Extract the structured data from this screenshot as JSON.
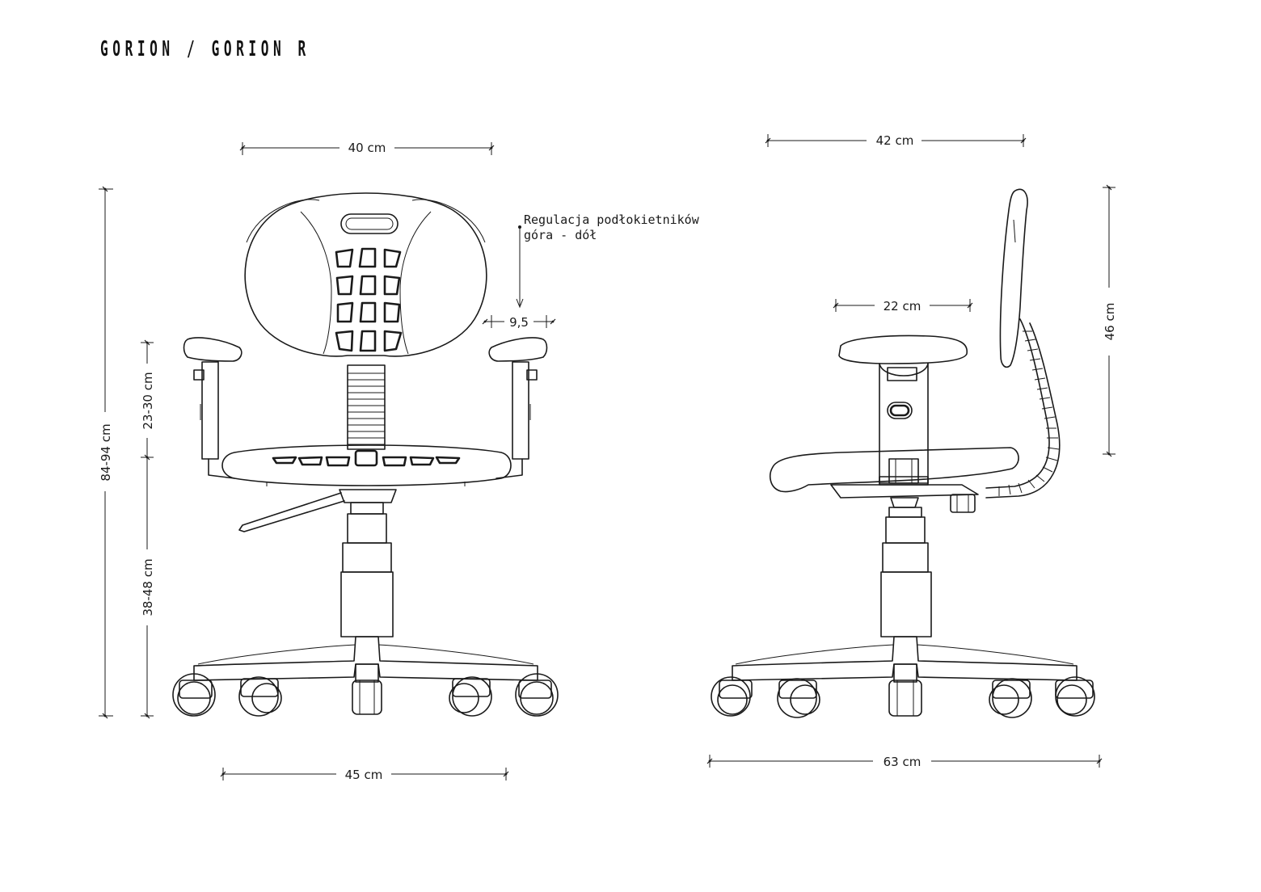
{
  "title": "GORION / GORION R",
  "front_view": {
    "width_backrest": "40 cm",
    "width_base": "45 cm",
    "total_height": "84-94 cm",
    "armrest_height": "23-30 cm",
    "seat_height": "38-48 cm",
    "armrest_offset": "9,5",
    "note_line1": "Regulacja podłokietników",
    "note_line2": "góra - dół"
  },
  "side_view": {
    "depth_backrest": "42 cm",
    "armrest_length": "22 cm",
    "backrest_height": "46 cm",
    "base_depth": "63 cm"
  }
}
